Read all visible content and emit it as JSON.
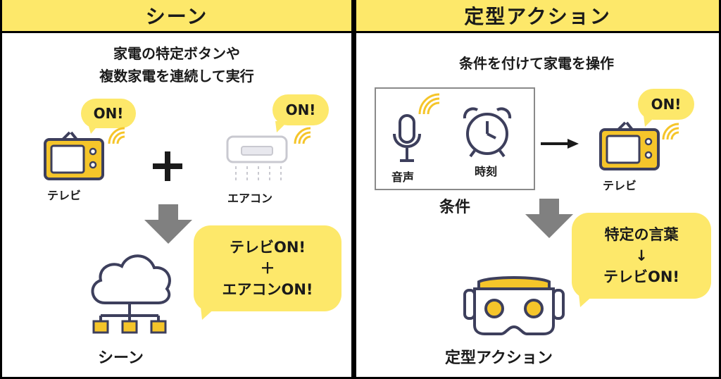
{
  "scene": {
    "header": "シーン",
    "description_line1": "家電の特定ボタンや",
    "description_line2": "複数家電を連続して実行",
    "tv_label": "テレビ",
    "tv_bubble": "ON!",
    "aircon_label": "エアコン",
    "aircon_bubble": "ON!",
    "plus": "＋",
    "result_bubble_line1": "テレビON!",
    "result_bubble_line2": "＋",
    "result_bubble_line3": "エアコンON!",
    "cloud_label": "シーン"
  },
  "action": {
    "header": "定型アクション",
    "description": "条件を付けて家電を操作",
    "voice_label": "音声",
    "time_label": "時刻",
    "condition_label": "条件",
    "tv_label": "テレビ",
    "tv_bubble": "ON!",
    "result_bubble_line1": "特定の言葉",
    "result_bubble_line2": "↓",
    "result_bubble_line3": "テレビON!",
    "device_label": "定型アクション"
  },
  "colors": {
    "accent_yellow": "#fde86a",
    "icon_yellow": "#f5c52a",
    "icon_outline": "#3d3f5c",
    "arrow_gray": "#808080"
  },
  "icons": [
    "tv-icon",
    "aircon-icon",
    "plus-icon",
    "down-arrow-icon",
    "cloud-network-icon",
    "microphone-icon",
    "alarm-clock-icon",
    "right-arrow-icon",
    "vr-headset-icon",
    "signal-waves-icon"
  ]
}
